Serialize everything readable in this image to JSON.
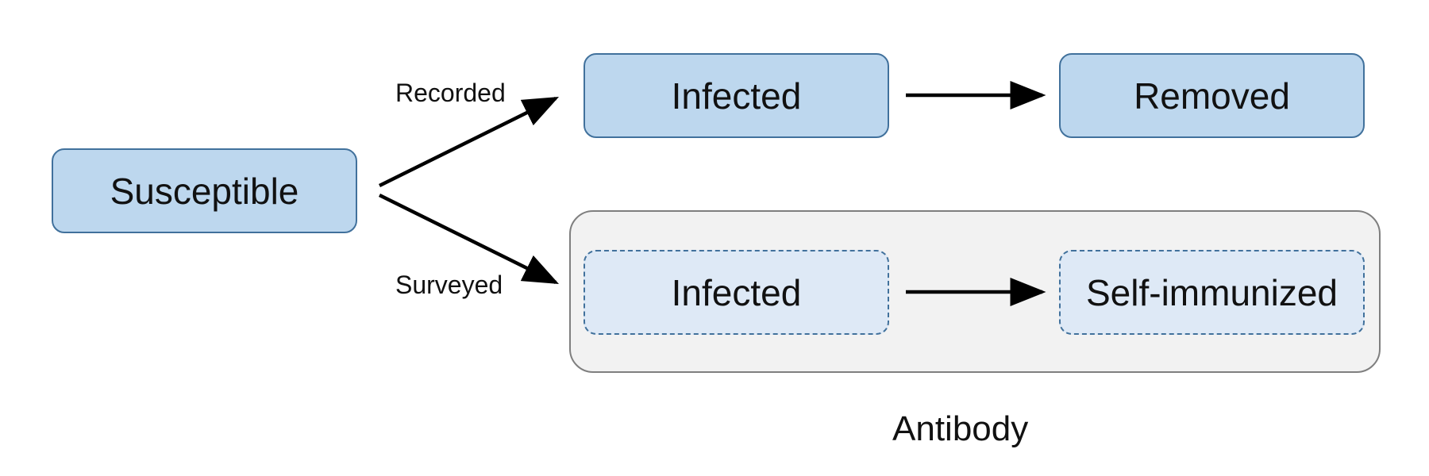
{
  "nodes": {
    "susceptible": "Susceptible",
    "infected_recorded": "Infected",
    "removed": "Removed",
    "infected_surveyed": "Infected",
    "self_immunized": "Self-immunized"
  },
  "edges": {
    "recorded_label": "Recorded",
    "surveyed_label": "Surveyed"
  },
  "group": {
    "label": "Antibody"
  },
  "colors": {
    "node_fill": "#bdd7ee",
    "node_border": "#41719c",
    "dashed_node_fill": "#dee9f6",
    "group_fill": "#f2f2f2",
    "group_border": "#7f7f7f",
    "arrow": "#000000"
  }
}
